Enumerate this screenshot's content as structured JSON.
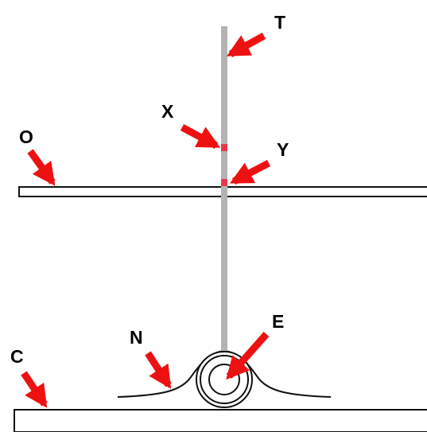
{
  "colors": {
    "rod": "#b3b3b3",
    "marker": "#e8394a",
    "arrow": "#ee1111",
    "outline": "#111111",
    "background": "#ffffff"
  },
  "labels": {
    "T": "T",
    "X": "X",
    "Y": "Y",
    "O": "O",
    "N": "N",
    "E": "E",
    "C": "C"
  }
}
